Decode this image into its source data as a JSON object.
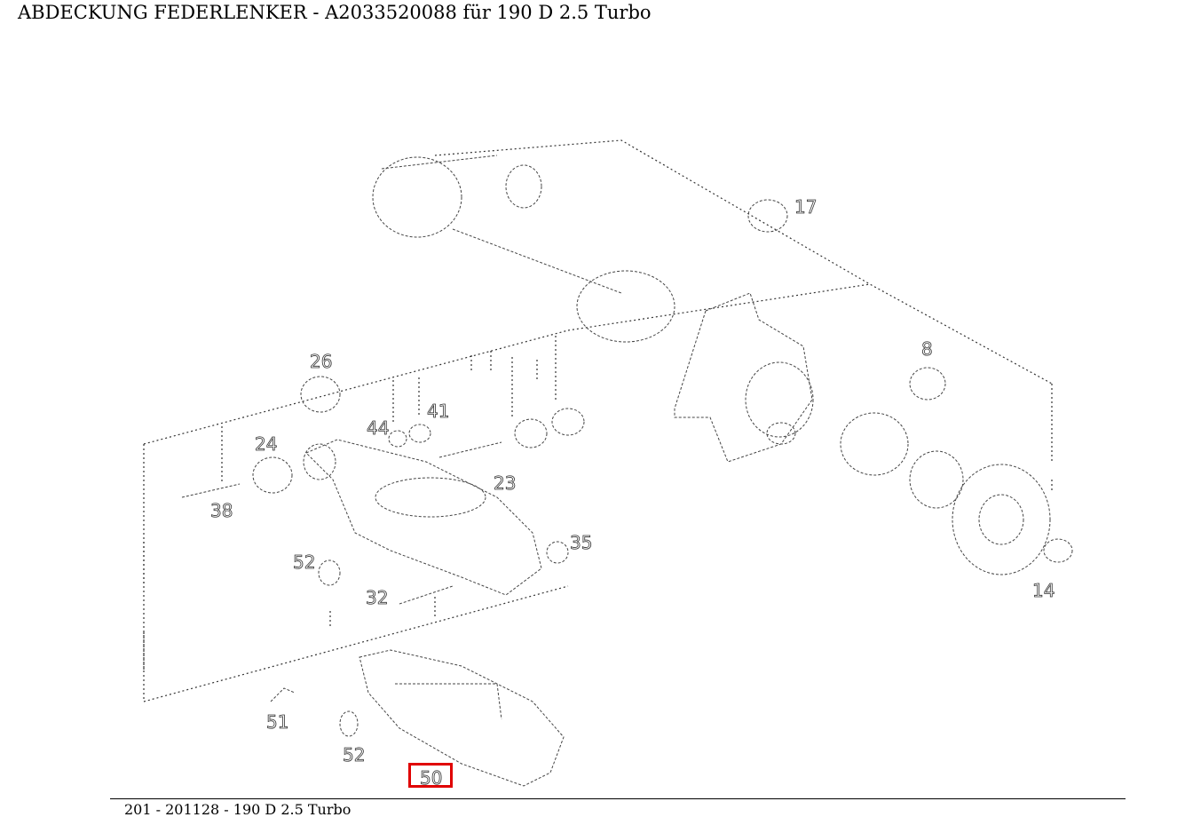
{
  "title": "ABDECKUNG FEDERLENKER - A2033520088 für 190 D 2.5 Turbo",
  "footer": "201 - 201128 - 190 D 2.5 Turbo",
  "highlight_color": "#e00000",
  "callouts": {
    "c26": "26",
    "c41": "41",
    "c44": "44",
    "c24": "24",
    "c23": "23",
    "c38": "38",
    "c35": "35",
    "c52a": "52",
    "c32": "32",
    "c51": "51",
    "c52b": "52",
    "c50": "50",
    "c8": "8",
    "c14": "14",
    "c17": "17"
  }
}
